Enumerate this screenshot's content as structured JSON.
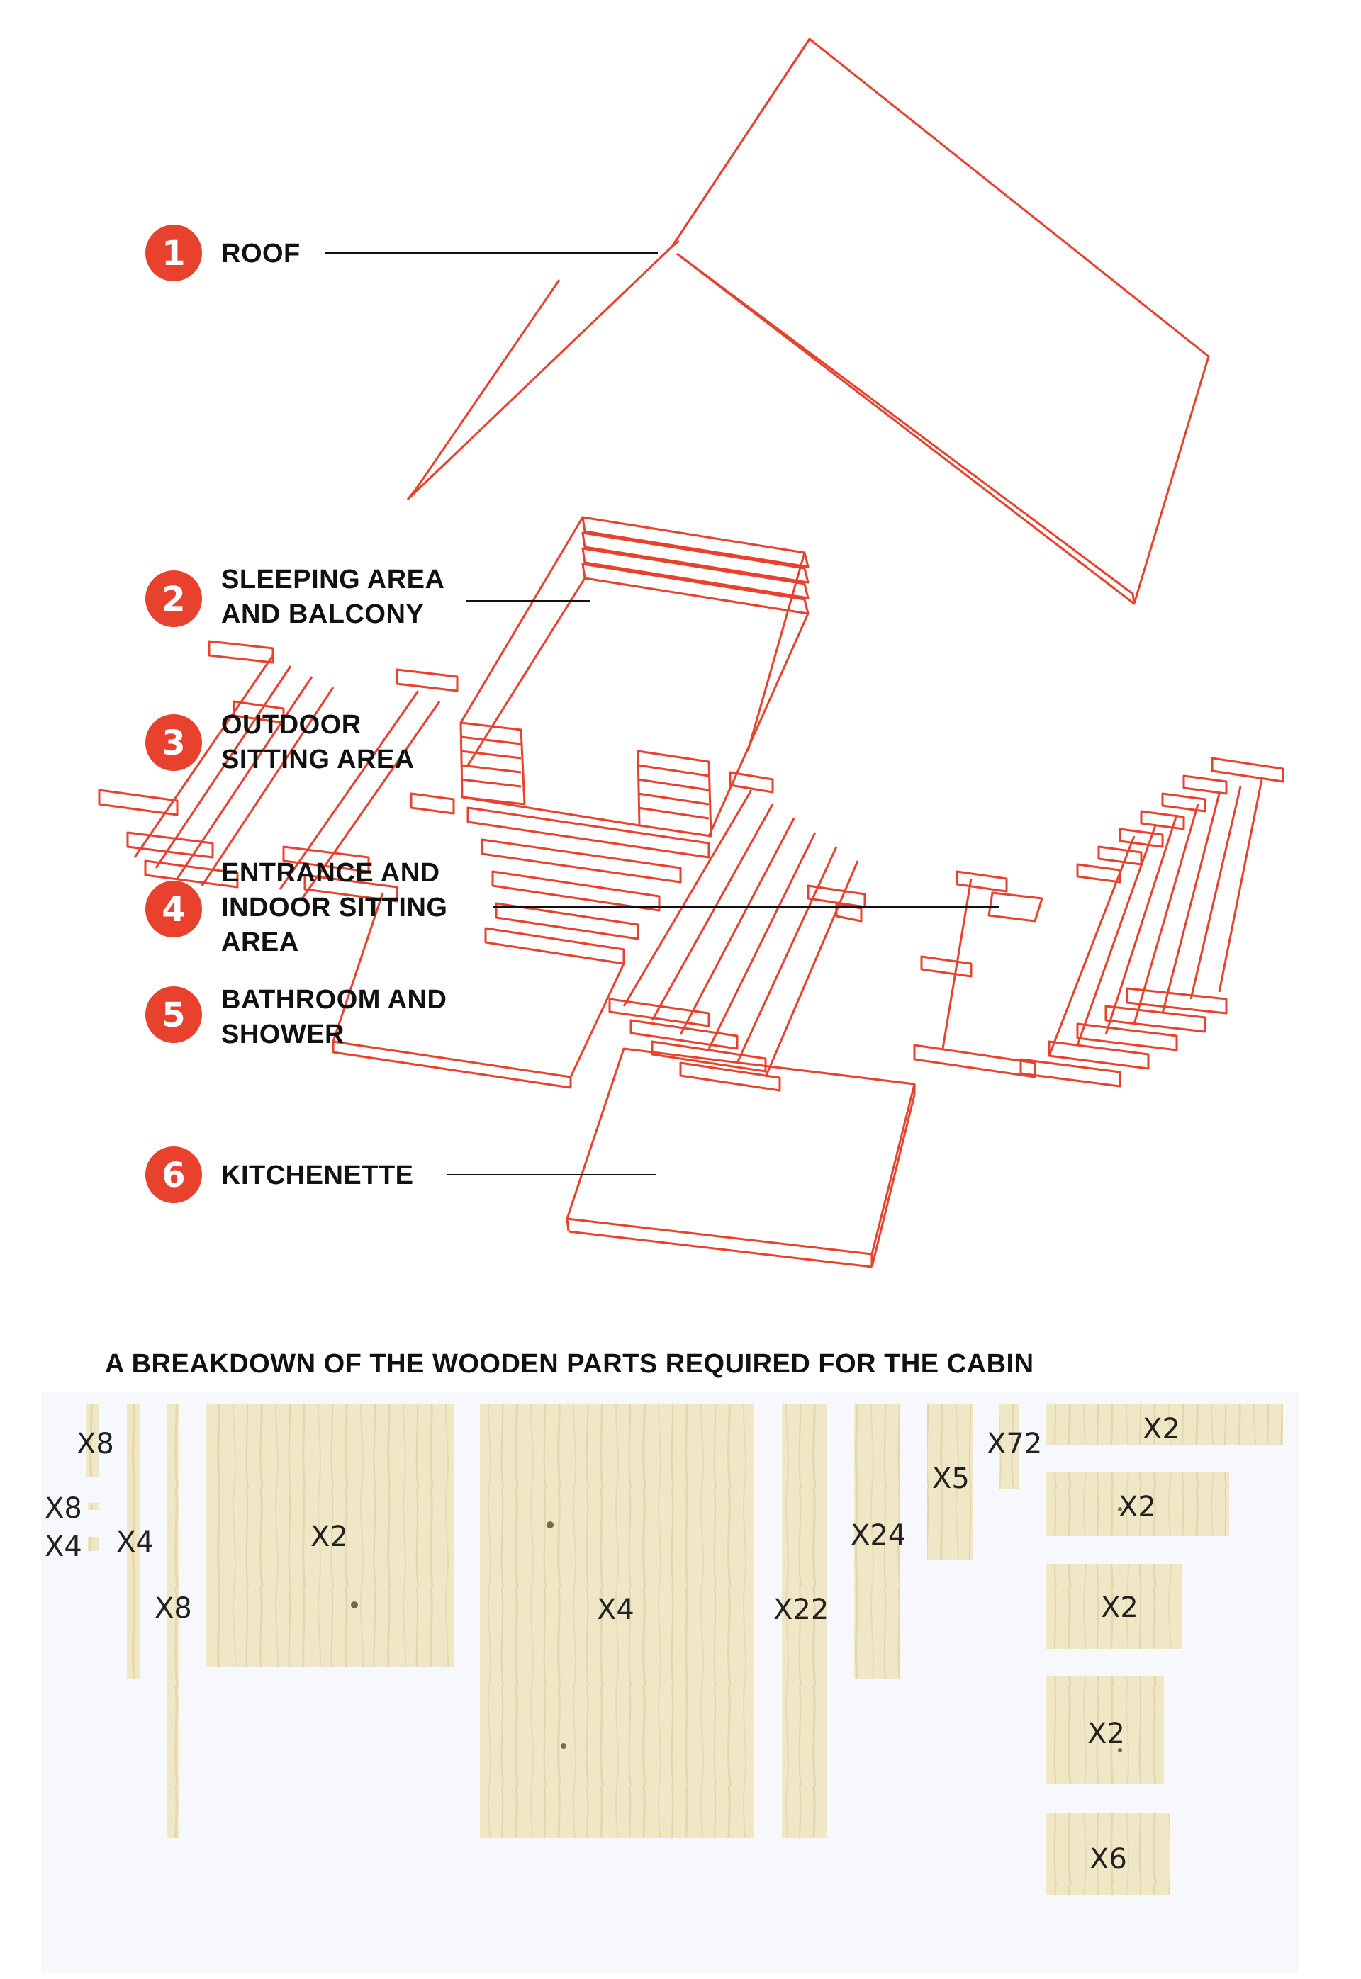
{
  "accent_color": "#e8412e",
  "wood_color": "#efe7c6",
  "components": [
    {
      "number": "1",
      "lines": [
        "ROOF"
      ]
    },
    {
      "number": "2",
      "lines": [
        "SLEEPING AREA",
        "AND BALCONY"
      ]
    },
    {
      "number": "3",
      "lines": [
        "OUTDOOR",
        "SITTING AREA"
      ]
    },
    {
      "number": "4",
      "lines": [
        "ENTRANCE AND",
        "INDOOR SITTING",
        "AREA"
      ]
    },
    {
      "number": "5",
      "lines": [
        "BATHROOM AND",
        "SHOWER"
      ]
    },
    {
      "number": "6",
      "lines": [
        "KITCHENETTE"
      ]
    }
  ],
  "breakdown_title": "A BREAKDOWN OF THE WOODEN PARTS REQUIRED FOR THE CABIN",
  "parts": [
    "X8",
    "X8",
    "X4",
    "X4",
    "X8",
    "X2",
    "X4",
    "X22",
    "X24",
    "X5",
    "X72",
    "X2",
    "X2",
    "X2",
    "X2",
    "X6"
  ]
}
